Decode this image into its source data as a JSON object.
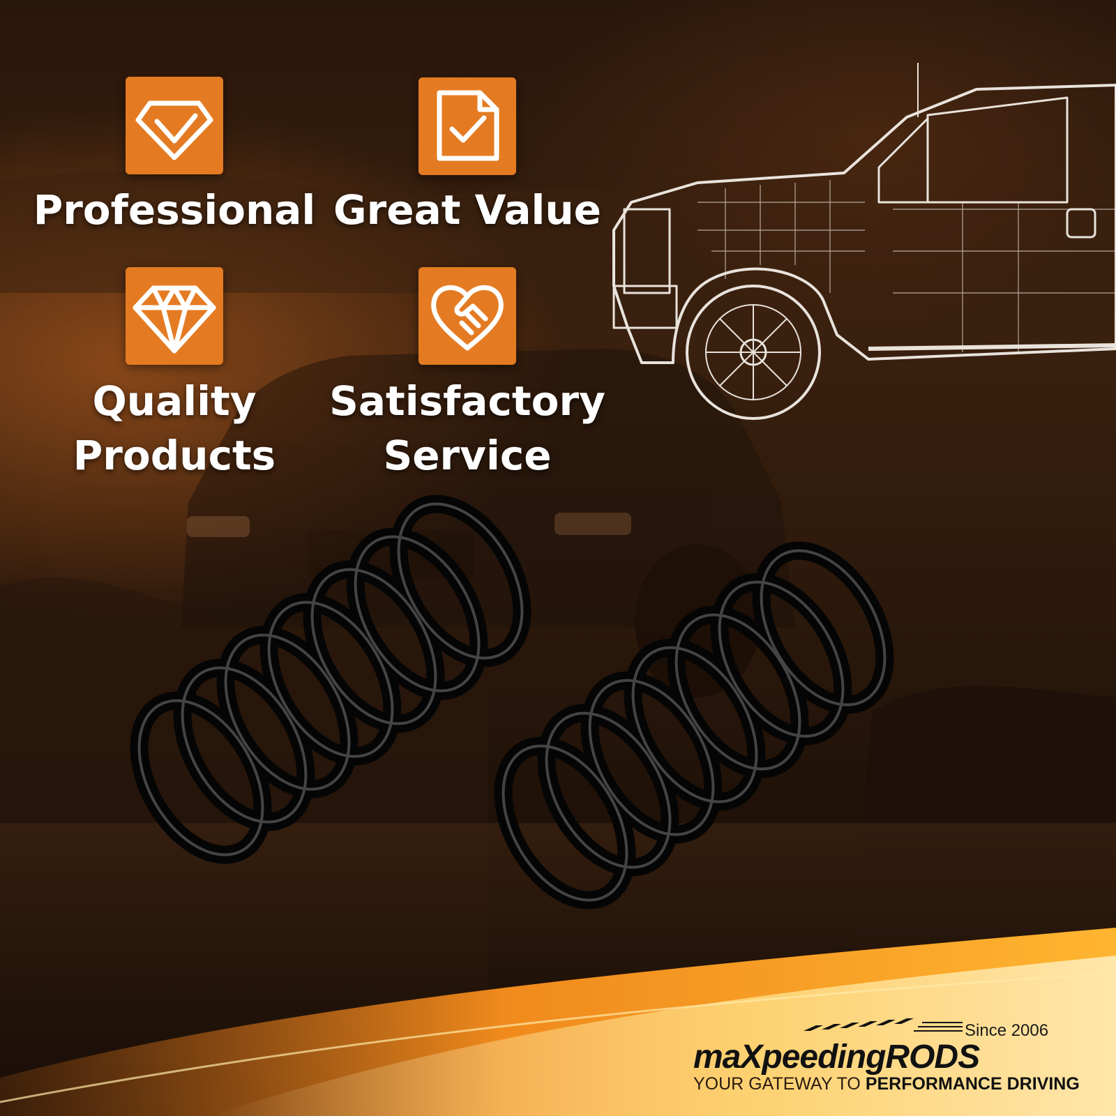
{
  "features": [
    {
      "id": "professional",
      "icon": "diamond-check-icon",
      "label": "Professional"
    },
    {
      "id": "great-value",
      "icon": "document-check-icon",
      "label": "Great Value"
    },
    {
      "id": "quality-products",
      "icon": "gem-icon",
      "label_lines": [
        "Quality",
        "Products"
      ]
    },
    {
      "id": "satisfactory-service",
      "icon": "heart-handshake-icon",
      "label_lines": [
        "Satisfactory",
        "Service"
      ]
    }
  ],
  "colors": {
    "accent": "#e47b22",
    "icon_stroke": "#ffffff",
    "label": "#ffffff"
  },
  "brand": {
    "logo_text": "maXpeedingRODS",
    "since": "Since 2006",
    "tagline_regular": "YOUR GATEWAY TO ",
    "tagline_bold": "PERFORMANCE DRIVING"
  }
}
